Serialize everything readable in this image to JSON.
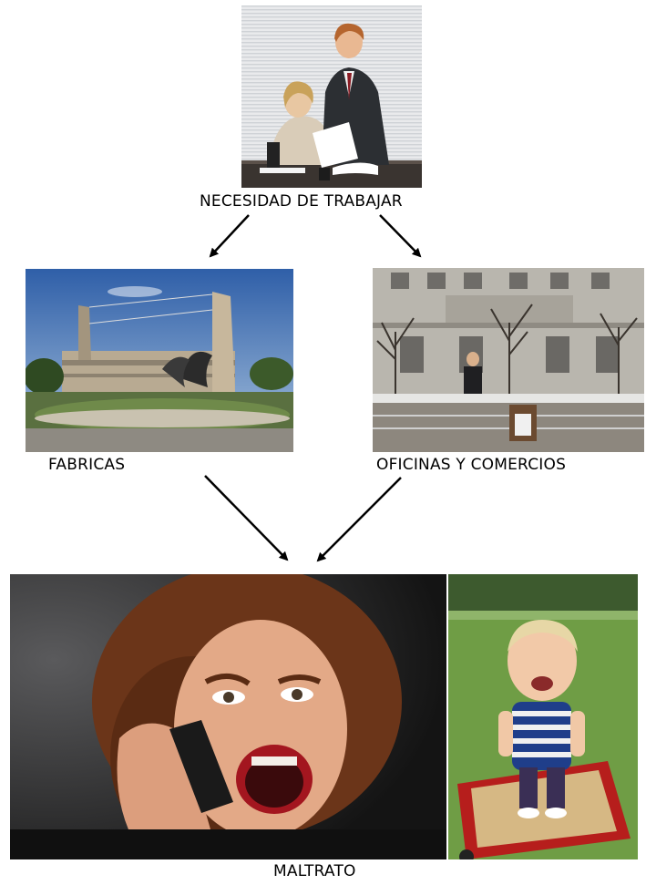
{
  "nodes": {
    "top": {
      "label": "NECESIDAD DE TRABAJAR",
      "image": "office-meeting-photo"
    },
    "left": {
      "label": "FABRICAS",
      "image": "factory-building-photo"
    },
    "right": {
      "label": "OFICINAS Y COMERCIOS",
      "image": "office-street-photo"
    },
    "bottom": {
      "label": "MALTRATO",
      "images": [
        "shouting-woman-phone-photo",
        "crying-child-wagon-photo"
      ]
    }
  },
  "edges": [
    {
      "from": "top",
      "to": "left"
    },
    {
      "from": "top",
      "to": "right"
    },
    {
      "from": "left",
      "to": "bottom"
    },
    {
      "from": "right",
      "to": "bottom"
    }
  ],
  "colors": {
    "arrow": "#000000",
    "text": "#000000"
  }
}
